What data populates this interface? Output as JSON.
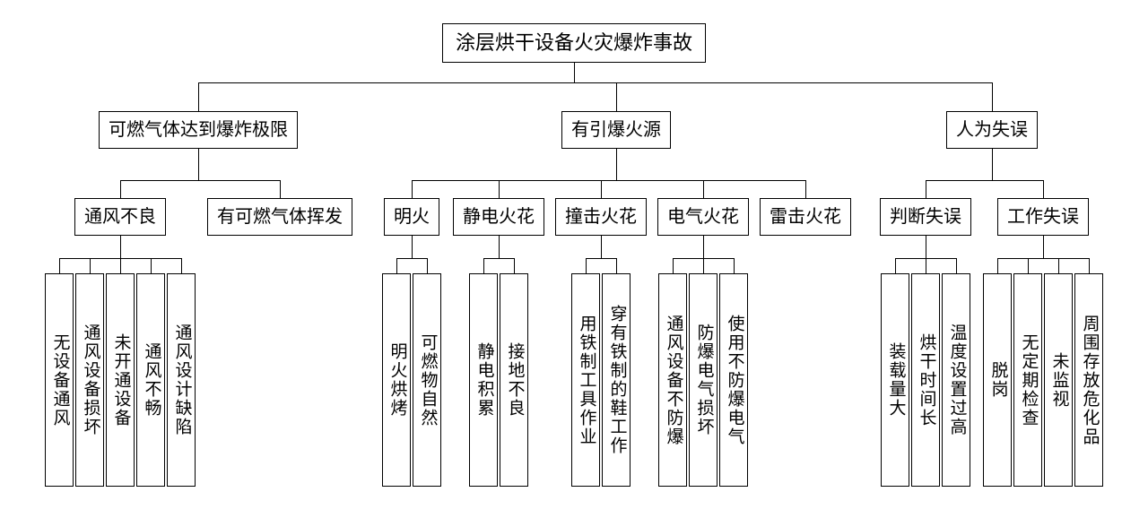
{
  "page": {
    "background": "#ffffff"
  },
  "diagram": {
    "type": "fault-tree",
    "title": "涂层烘干设备火灾爆炸事故",
    "colors": {
      "line": "#000000",
      "box_border": "#000000",
      "box_fill": "#ffffff",
      "text": "#000000"
    },
    "tree": {
      "id": "root",
      "label": "涂层烘干设备火灾爆炸事故",
      "children": [
        {
          "id": "gas-explosion-limit",
          "label": "可燃气体达到爆炸极限",
          "children": [
            {
              "id": "poor-ventilation",
              "label": "通风不良",
              "children": [
                {
                  "id": "no-ventilation-equipment",
                  "label": "无设备通风",
                  "children": []
                },
                {
                  "id": "ventilation-equipment-damaged",
                  "label": "通风设备损坏",
                  "children": []
                },
                {
                  "id": "equipment-not-turned-on",
                  "label": "未开通设备",
                  "children": []
                },
                {
                  "id": "ventilation-blocked",
                  "label": "通风不畅",
                  "children": []
                },
                {
                  "id": "ventilation-design-defect",
                  "label": "通风设计缺陷",
                  "children": []
                }
              ]
            },
            {
              "id": "flammable-gas-volatilization",
              "label": "有可燃气体挥发",
              "children": []
            }
          ]
        },
        {
          "id": "ignition-source",
          "label": "有引爆火源",
          "children": [
            {
              "id": "open-flame",
              "label": "明火",
              "children": [
                {
                  "id": "open-flame-baking",
                  "label": "明火烘烤",
                  "children": []
                },
                {
                  "id": "combustible-self-ignition",
                  "label": "可燃物自然",
                  "children": []
                }
              ]
            },
            {
              "id": "static-spark",
              "label": "静电火花",
              "children": [
                {
                  "id": "static-accumulation",
                  "label": "静电积累",
                  "children": []
                },
                {
                  "id": "poor-grounding",
                  "label": "接地不良",
                  "children": []
                }
              ]
            },
            {
              "id": "impact-spark",
              "label": "撞击火花",
              "children": [
                {
                  "id": "iron-tool-operation",
                  "label": "用铁制工具作业",
                  "children": []
                },
                {
                  "id": "iron-shoes-work",
                  "label": "穿有铁制的鞋工作",
                  "children": []
                }
              ]
            },
            {
              "id": "electrical-spark",
              "label": "电气火花",
              "children": [
                {
                  "id": "ventilation-not-explosionproof",
                  "label": "通风设备不防爆",
                  "children": []
                },
                {
                  "id": "explosionproof-electric-damaged",
                  "label": "防爆电气损坏",
                  "children": []
                },
                {
                  "id": "non-explosionproof-electric-used",
                  "label": "使用不防爆电气",
                  "children": []
                }
              ]
            },
            {
              "id": "lightning-spark",
              "label": "雷击火花",
              "children": []
            }
          ]
        },
        {
          "id": "human-error",
          "label": "人为失误",
          "children": [
            {
              "id": "judgment-error",
              "label": "判断失误",
              "children": [
                {
                  "id": "large-load",
                  "label": "装载量大",
                  "children": []
                },
                {
                  "id": "long-drying-time",
                  "label": "烘干时间长",
                  "children": []
                },
                {
                  "id": "temperature-set-too-high",
                  "label": "温度设置过高",
                  "children": []
                }
              ]
            },
            {
              "id": "work-error",
              "label": "工作失误",
              "children": [
                {
                  "id": "leaving-post",
                  "label": "脱岗",
                  "children": []
                },
                {
                  "id": "no-periodic-inspection",
                  "label": "无定期检查",
                  "children": []
                },
                {
                  "id": "no-monitoring",
                  "label": "未监视",
                  "children": []
                },
                {
                  "id": "hazardous-materials-stored-nearby",
                  "label": "周围存放危化品",
                  "children": []
                }
              ]
            }
          ]
        }
      ]
    }
  }
}
